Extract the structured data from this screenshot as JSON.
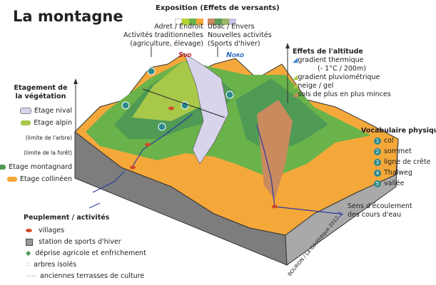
{
  "title": "La montagne",
  "exposition": {
    "heading": "Exposition (Effets de versants)",
    "adret_colors": [
      "#ffffff",
      "#b5d334",
      "#6ab34a",
      "#f5a83a"
    ],
    "ubac_colors": [
      "#c98a5e",
      "#5a9a5a",
      "#9bb56a",
      "#c9c3e6"
    ],
    "adret": [
      "Adret / Endroit",
      "Activités traditionnelles",
      "(agriculture, élevage)"
    ],
    "ubac": [
      "Ubac / Envers",
      "Nouvelles activités",
      "(Sports d'hiver)"
    ],
    "sud": "Sud",
    "nord": "Nord",
    "sud_color": "#c0202a",
    "nord_color": "#2a6ac0"
  },
  "vegetation": {
    "heading": [
      "Etagement de",
      "la végétation"
    ],
    "items": [
      {
        "label": "Etage nival",
        "color": "#d8d4ec"
      },
      {
        "label": "Etage alpin",
        "color": "#a8c84a"
      },
      {
        "label": "(limite de l'arbre)"
      },
      {
        "label": "(limite de la forêt)"
      },
      {
        "label": "Etage montagnard",
        "color": "#4f9a55"
      },
      {
        "label": "Etage collinéen",
        "color": "#f5a83a"
      }
    ]
  },
  "altitude": {
    "heading": "Effets de l'altitude",
    "items": [
      "gradient thermique",
      "(- 1°C / 200m)",
      "gradient pluviométrique",
      "neige / gel",
      "sols de plus en plus minces"
    ]
  },
  "vocabulaire": {
    "heading": "Vocabulaire physique",
    "items": [
      {
        "n": "1",
        "label": "col"
      },
      {
        "n": "2",
        "label": "sommet"
      },
      {
        "n": "3",
        "label": "ligne de crête"
      },
      {
        "n": "4",
        "label": "Thalweg"
      },
      {
        "n": "5",
        "label": "vallée"
      }
    ]
  },
  "peuplement": {
    "heading": "Peuplement / activités",
    "items": [
      "villages",
      "station de sports d'hiver",
      "déprise agricole et enfrichement",
      "arbres isolés",
      "anciennes terrasses de culture"
    ]
  },
  "ecoulement": [
    "Sens d'écoulement",
    "des cours d'eau"
  ],
  "credit": "BOURON / La Géothèque 2012"
}
